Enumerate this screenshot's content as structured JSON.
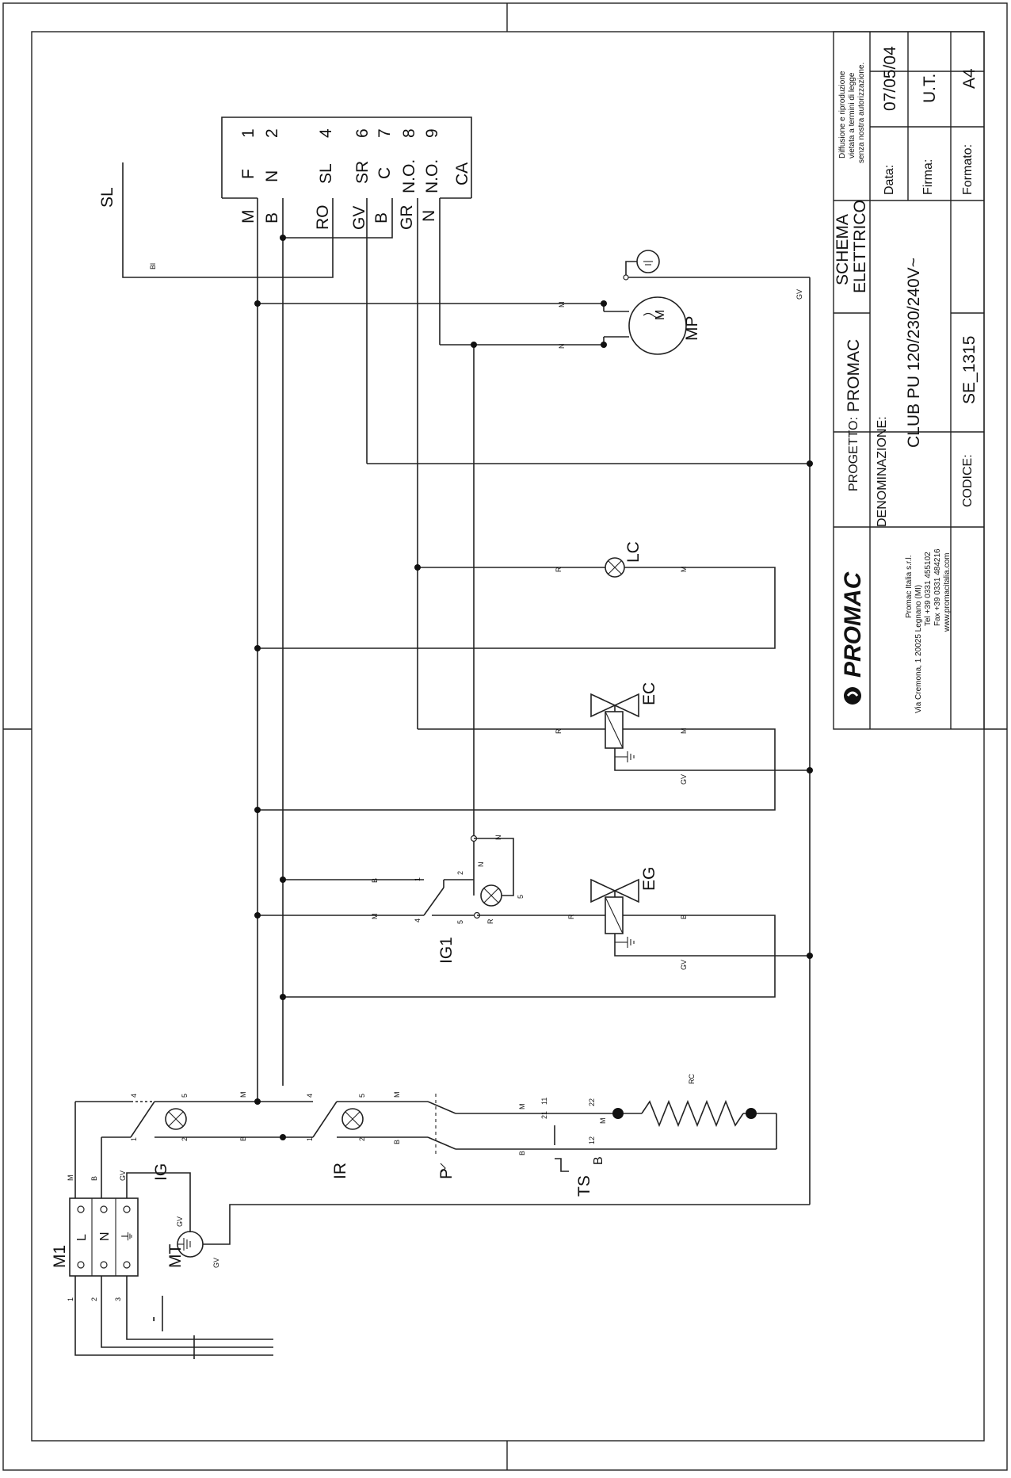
{
  "title_block": {
    "copyright_lines": [
      "Diffusione e riproduzione",
      "vietata a termini di legge",
      "senza nostra autorizzazione."
    ],
    "data_label": "Data:",
    "data_value": "07/05/04",
    "firma_label": "Firma:",
    "firma_value": "U.T.",
    "formato_label": "Formato:",
    "formato_value": "A4",
    "schema_line1": "SCHEMA",
    "schema_line2": "ELETTRICO",
    "progetto_label": "PROGETTO:",
    "progetto_value": "PROMAC",
    "denominazione_label": "DENOMINAZIONE:",
    "denominazione_value": "CLUB PU  120/230/240V~",
    "codice_label": "CODICE:",
    "codice_value": "SE_1315",
    "logo_text": "PROMAC",
    "company_lines": [
      "Promac Italia s.r.l.",
      "Via Cremona, 1 20025 Legnano (MI)",
      "Tel +39 0331 455102",
      "Fax +39 0331 484216",
      "www.promacitalia.com"
    ]
  },
  "board": {
    "pins": [
      "1",
      "2",
      "4",
      "6",
      "7",
      "8",
      "9"
    ],
    "pin_labels": [
      "F",
      "N",
      "SL",
      "SR",
      "C",
      "N.O.",
      "N.O.",
      "CA"
    ],
    "wire_labels": [
      "M",
      "B",
      "RO",
      "GV",
      "B",
      "GR",
      "N"
    ]
  },
  "components": {
    "sl": "SL",
    "bl": "Bl",
    "mp": "MP",
    "motor_symbol": "M",
    "lc": "LC",
    "ec": "EC",
    "eg": "EG",
    "ig1": "IG1",
    "ig": "IG",
    "ir": "IR",
    "p": "P",
    "ts": "TS",
    "rc": "RC",
    "m1": "M1",
    "mt": "MT",
    "minus": "-"
  },
  "terminal_block": {
    "labels": [
      "L",
      "N",
      "⏚"
    ],
    "numbers": [
      "1",
      "2",
      "3"
    ],
    "wires": [
      "M",
      "B",
      "GV"
    ]
  },
  "wire_letters": {
    "m": "M",
    "n": "N",
    "b": "B",
    "r": "R",
    "gv": "GV",
    "n1": "1",
    "n2": "2",
    "n3": "3",
    "n4": "4",
    "n5": "5",
    "n11": "11",
    "n21": "21",
    "n12": "12",
    "n22": "22",
    "s": "5"
  }
}
